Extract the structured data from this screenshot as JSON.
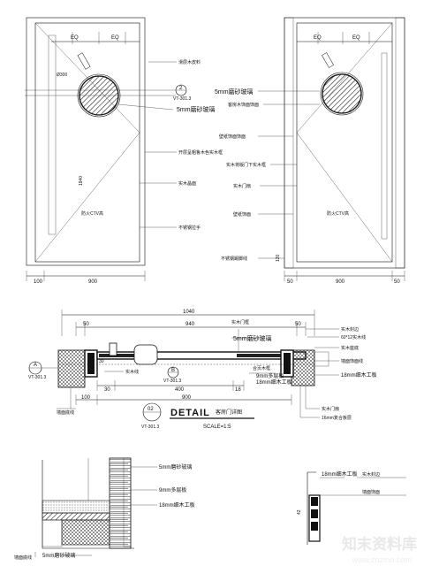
{
  "elevation_left": {
    "eq_left": "EQ",
    "eq_right": "EQ",
    "detail_bubble_num": "2",
    "detail_bubble_ref": "VT-301.3",
    "label_glass": "5mm磨砂玻璃",
    "label_panel": "滑层木皮料",
    "label_frame_finish": "开层呈粗鲁木色实木框",
    "label_door_leaf": "实木晶面",
    "label_handle": "不锈钢拉手",
    "center_text": "防火CTV高",
    "dim_height": "1940",
    "dim_left": "100",
    "dim_width": "900"
  },
  "elevation_right": {
    "eq_left": "EQ",
    "eq_right": "EQ",
    "label_glass": "5mm磨砂玻璃",
    "label_veneer": "客房木饰面饰面",
    "label_wall": "壁纸饰面饰面",
    "label_door_frame": "实木将版门下实木框",
    "label_leaf": "实木门扇",
    "label_wallpaper": "壁纸饰面",
    "label_skirting": "不锈钢踢脚线",
    "center_text": "防火CTV高",
    "skirt_text": "120",
    "dim_left": "50",
    "dim_width": "900",
    "dim_right": "50"
  },
  "plan": {
    "dim_total": "1040",
    "dim_a": "50",
    "dim_b": "940",
    "dim_c": "50",
    "dim_d": "30",
    "dim_e": "400",
    "dim_f": "18",
    "dim_g": "30",
    "dim_h": "900",
    "dim_i": "100",
    "dim_j": "60*12实木线",
    "label_glass": "5mm磨砂玻璃",
    "label_9mm": "9mm多层板",
    "label_18mm": "18mm细木工板",
    "label_18mm_right": "18mm细木工板",
    "label_wood": "实木封边",
    "label_wall": "墙面底线",
    "label_wall_finish": "墙面饰面线",
    "label_door_leaf": "实木门扇",
    "label_left": "实木线",
    "label_skirting_r": "实木座底",
    "label_16mm": "16mm复合板层",
    "label_mid": "实木门框",
    "label_hinge": "合页木框",
    "bubble_a": "A",
    "bubble_a_ref": "VT-301.3",
    "bubble_b": "B",
    "bubble_b_ref": "VT-301.3",
    "title_num": "02",
    "title_ref": "VT-301.3",
    "title_main": "DETAIL",
    "title_cn": "客房门详图",
    "scale": "SCALE=1:5"
  },
  "detail_a": {
    "label_glass": "5mm磨砂玻璃",
    "label_ply": "9mm多层板",
    "label_mdf": "18mm细木工板",
    "label_bottom_left": "墙面底线",
    "label_bottom": "5mm磨砂玻璃"
  },
  "detail_b": {
    "label_top": "18mm细木工板",
    "label_top_right": "实木封边",
    "label_mid": "墙面饰面",
    "dim": "42"
  },
  "watermark": {
    "brand": "知末资料库",
    "url": "www.znzmo.com"
  }
}
